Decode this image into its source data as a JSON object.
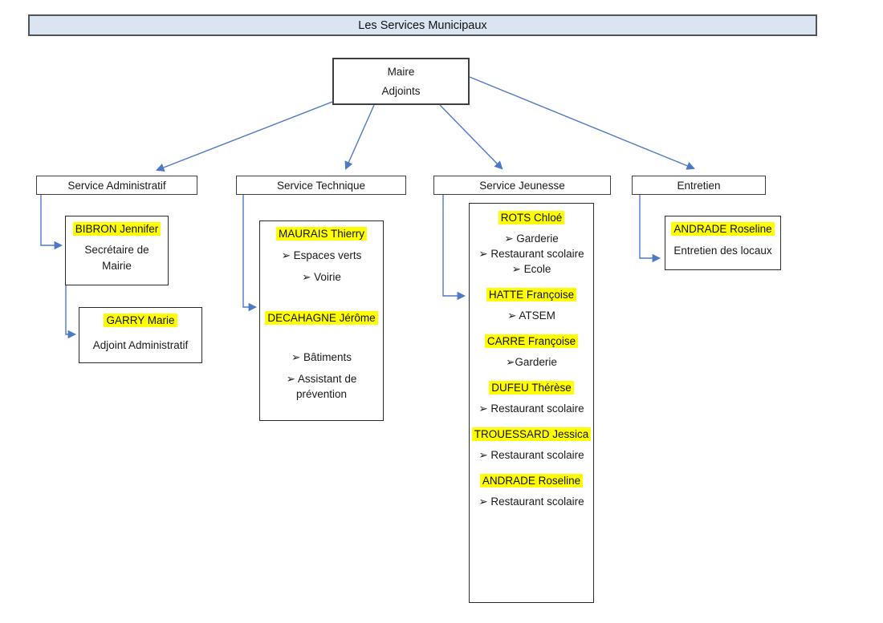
{
  "title": "Les Services Municipaux",
  "root": {
    "line1": "Maire",
    "line2": "Adjoints"
  },
  "colors": {
    "highlight": "#ffff00",
    "connector_blue": "#4d79c5",
    "title_fill": "#dbe5f1",
    "box_border": "#3f3f3f"
  },
  "bullet_char": "➢",
  "branches": [
    {
      "id": "administratif",
      "header": "Service Administratif",
      "boxes": [
        {
          "entries": [
            {
              "name": "BIBRON Jennifer",
              "lines": [
                "Secrétaire de Mairie"
              ]
            }
          ]
        },
        {
          "entries": [
            {
              "name": "GARRY Marie",
              "lines": [
                "Adjoint Administratif"
              ]
            }
          ]
        }
      ]
    },
    {
      "id": "technique",
      "header": "Service Technique",
      "boxes": [
        {
          "entries": [
            {
              "name": "MAURAIS Thierry",
              "lines": [
                "➢ Espaces verts",
                "➢ Voirie"
              ]
            },
            {
              "name": "DECAHAGNE Jérôme",
              "lines": [
                "➢ Bâtiments",
                "➢ Assistant de prévention"
              ]
            }
          ]
        }
      ]
    },
    {
      "id": "jeunesse",
      "header": "Service Jeunesse",
      "boxes": [
        {
          "entries": [
            {
              "name": "ROTS Chloé",
              "lines": [
                "➢ Garderie",
                "➢ Restaurant scolaire",
                "➢ Ecole"
              ]
            },
            {
              "name": "HATTE Françoise",
              "lines": [
                "➢ ATSEM"
              ]
            },
            {
              "name": "CARRE Françoise",
              "lines": [
                "➢Garderie"
              ]
            },
            {
              "name": "DUFEU Thérèse",
              "lines": [
                "➢ Restaurant scolaire"
              ]
            },
            {
              "name": "TROUESSARD Jessica",
              "lines": [
                "➢ Restaurant scolaire"
              ]
            },
            {
              "name": "ANDRADE Roseline",
              "lines": [
                "➢ Restaurant scolaire"
              ]
            }
          ]
        }
      ]
    },
    {
      "id": "entretien",
      "header": "Entretien",
      "boxes": [
        {
          "entries": [
            {
              "name": "ANDRADE Roseline",
              "lines": [
                "Entretien des locaux"
              ]
            }
          ]
        }
      ]
    }
  ]
}
